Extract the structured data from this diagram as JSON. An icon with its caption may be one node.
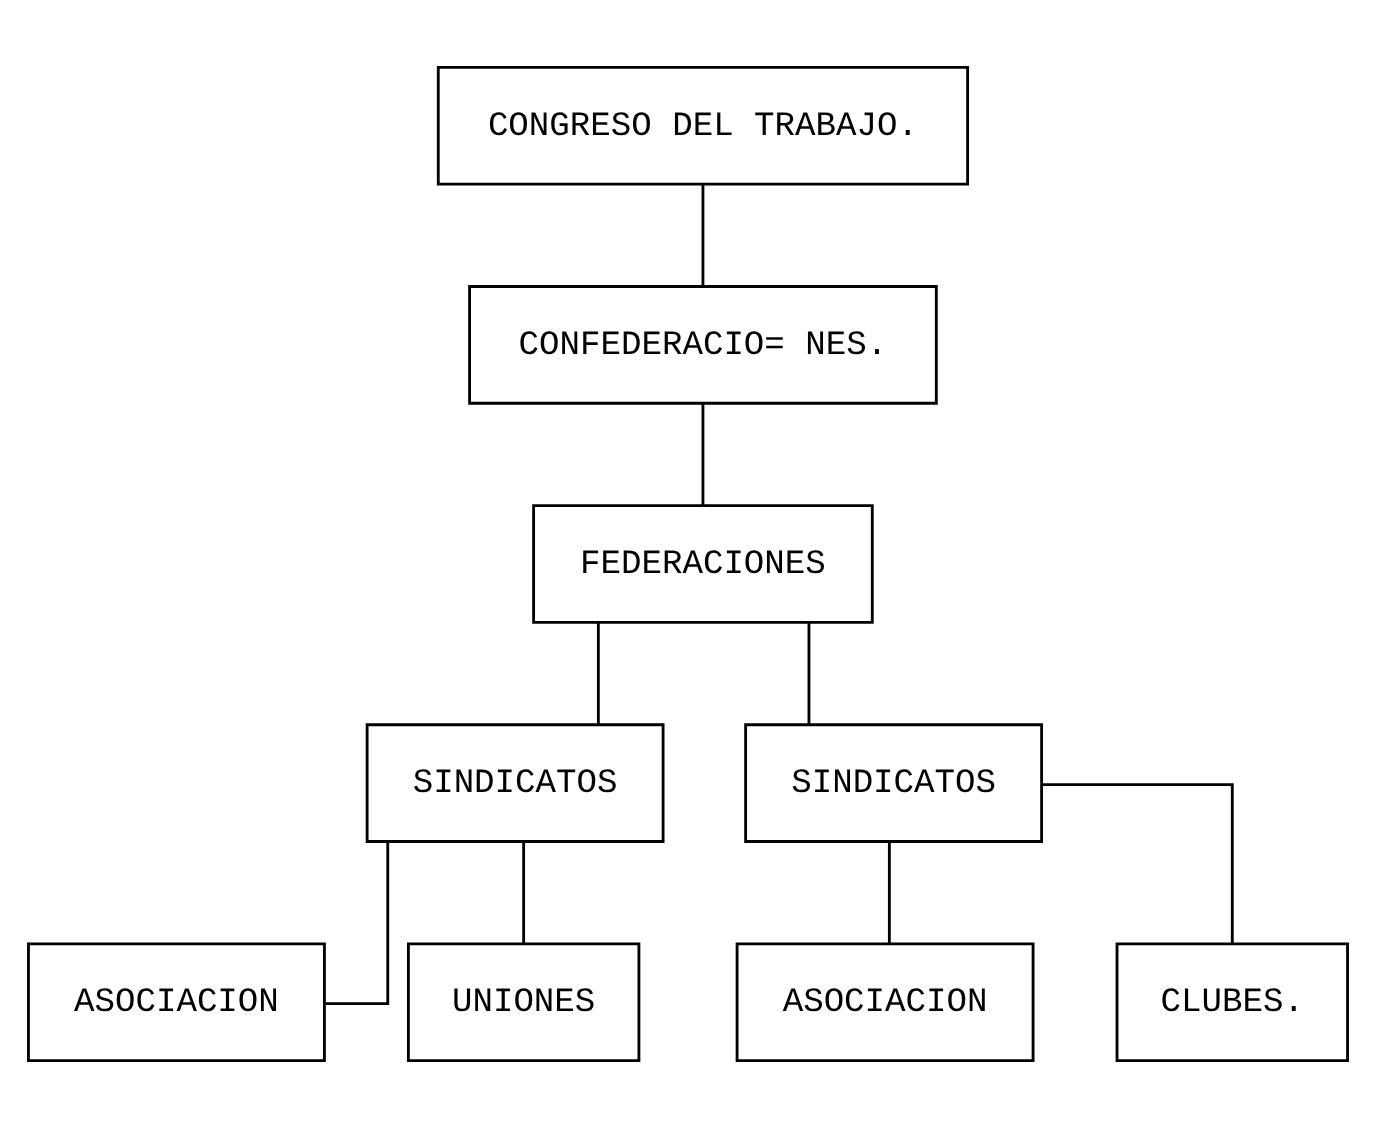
{
  "diagram": {
    "nodes": [
      {
        "text": [
          "CONGRESO DEL TRABAJO."
        ]
      },
      {
        "text": [
          "CONFEDERACIO= NES."
        ]
      },
      {
        "text": [
          "FEDERACIONES"
        ]
      },
      {
        "text": [
          "SINDICATOS"
        ]
      },
      {
        "text": [
          "SINDICATOS"
        ]
      },
      {
        "text": [
          "ASOCIACION"
        ]
      },
      {
        "text": [
          "UNIONES"
        ]
      },
      {
        "text": [
          "ASOCIACION"
        ]
      },
      {
        "text": [
          "CLUBES."
        ]
      }
    ],
    "edges": [
      {
        "from": 0,
        "to": 1,
        "arrow": "none"
      },
      {
        "from": 1,
        "to": 2,
        "arrow": "none"
      },
      {
        "from": 2,
        "to": 3,
        "arrow": "none"
      },
      {
        "from": 2,
        "to": 4,
        "arrow": "none"
      },
      {
        "from": 3,
        "to": 5,
        "arrow": "none"
      },
      {
        "from": 3,
        "to": 6,
        "arrow": "none"
      },
      {
        "from": 4,
        "to": 7,
        "arrow": "none"
      },
      {
        "from": 4,
        "to": 8,
        "arrow": "none"
      }
    ]
  }
}
